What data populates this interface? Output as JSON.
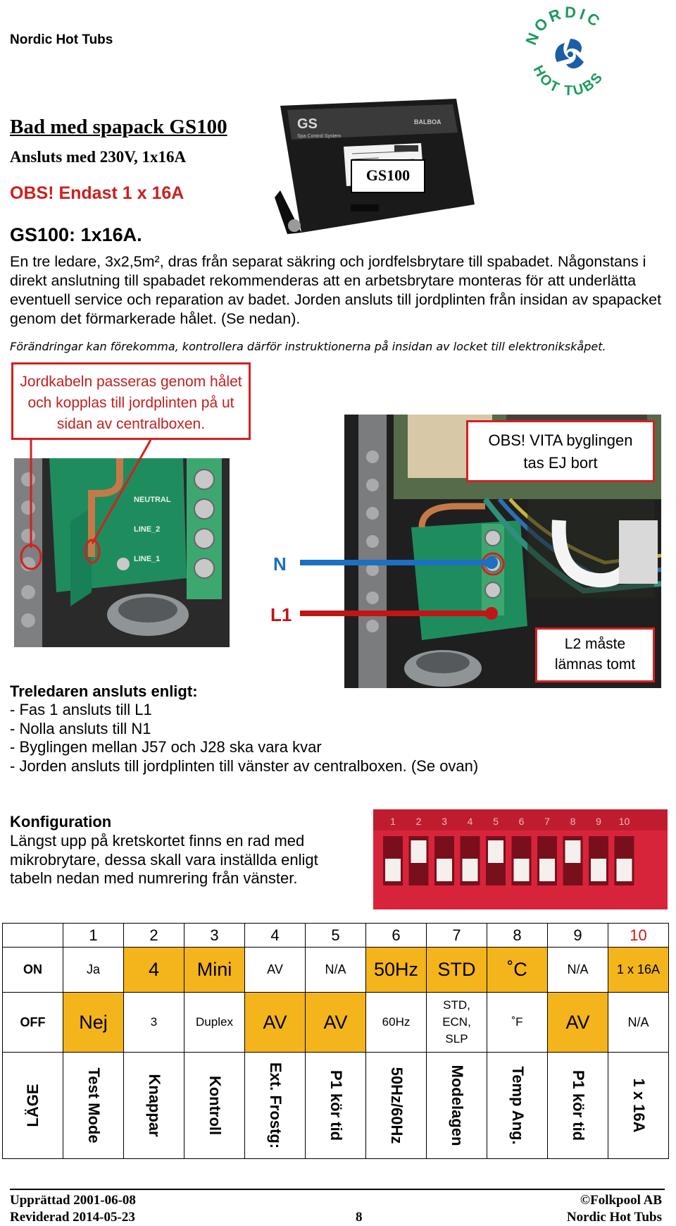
{
  "header": {
    "brand": "Nordic Hot Tubs",
    "logo_top": "NORDIC",
    "logo_bottom": "HOT TUBS"
  },
  "section": {
    "title": "Bad med spapack GS100",
    "subtitle": "Ansluts med 230V, 1x16A",
    "obs": "OBS! Endast 1 x 16A",
    "heading": "GS100: 1x16A.",
    "photo_label": "GS100",
    "device_brand": "GS",
    "device_sub": "Spa Control System",
    "device_maker": "BALBOA",
    "body": "En tre ledare, 3x2,5m², dras från separat säkring och jordfelsbrytare till spabadet. Någonstans i direkt anslutning till spabadet rekommenderas att en arbetsbrytare monteras för att underlätta eventuell service och reparation av badet. Jorden ansluts till jordplinten från insidan av spapacket genom det förmarkerade hålet. (Se nedan).",
    "note": "Förändringar kan förekomma, kontrollera därför instruktionerna på insidan av locket till elektronikskåpet."
  },
  "callouts": {
    "ground_line1": "Jordkabeln passeras genom hålet",
    "ground_line2": "och kopplas till jordplinten på ut",
    "ground_line3": "sidan av centralboxen.",
    "vita_line1": "OBS! VITA byglingen",
    "vita_line2": "tas EJ bort",
    "l2_line1": "L2 måste",
    "l2_line2": "lämnas tomt",
    "n": "N",
    "l1": "L1"
  },
  "pcb_labels": {
    "neutral": "NEUTRAL",
    "line2": "LINE_2",
    "line1": "LINE_1"
  },
  "wiring": {
    "heading": "Treledaren ansluts enligt:",
    "items": [
      "- Fas 1 ansluts till L1",
      "- Nolla ansluts till N1",
      "- Byglingen mellan J57 och J28 ska vara kvar",
      "- Jorden ansluts till jordplinten till vänster av centralboxen. (Se ovan)"
    ]
  },
  "config": {
    "heading": "Konfiguration",
    "text": "Längst upp på kretskortet finns en rad med mikrobrytare, dessa skall vara inställda enligt tabeln nedan med numrering från vänster.",
    "dip_numbers": [
      "1",
      "2",
      "3",
      "4",
      "5",
      "6",
      "7",
      "8",
      "9",
      "10"
    ]
  },
  "table": {
    "headers": [
      "",
      "1",
      "2",
      "3",
      "4",
      "5",
      "6",
      "7",
      "8",
      "9",
      "10"
    ],
    "on": [
      "ON",
      "Ja",
      "4",
      "Mini",
      "AV",
      "N/A",
      "50Hz",
      "STD",
      "˚C",
      "N/A",
      "1 x 16A"
    ],
    "off": [
      "OFF",
      "Nej",
      "3",
      "Duplex",
      "AV",
      "AV",
      "60Hz",
      "STD, ECN, SLP",
      "˚F",
      "AV",
      "N/A"
    ],
    "labels": [
      "LÄGE",
      "Test Mode",
      "Knappar",
      "Kontroll",
      "Ext. Frostg:",
      "P1 kör tid",
      "50Hz/60Hz",
      "Modelagen",
      "Temp Ang.",
      "P1 kör tid",
      "1 x 16A"
    ]
  },
  "footer": {
    "created": "Upprättad 2001-06-08",
    "revised": "Reviderad 2014-05-23",
    "page": "8",
    "copyright": "©Folkpool AB",
    "brand": "Nordic Hot Tubs"
  },
  "colors": {
    "accent_red": "#d42020",
    "highlight": "#f3b41c",
    "wire_blue": "#1c6fc2",
    "wire_red": "#c21515",
    "logo_green": "#1a9a5c",
    "logo_blue": "#1b5ea8"
  }
}
